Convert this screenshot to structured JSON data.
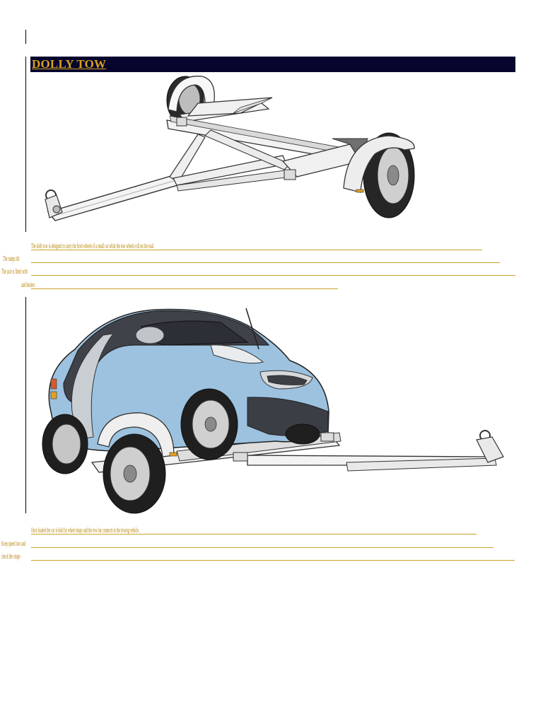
{
  "document": {
    "title": "DOLLY TOW",
    "colors": {
      "title_bar": "#05052e",
      "title_text": "#d7a21a",
      "body_text": "#b8860b",
      "rule": "#c9a227"
    },
    "figures": [
      {
        "name": "tow-dolly-drawing"
      },
      {
        "name": "car-on-tow-dolly-drawing"
      }
    ],
    "paragraph_1": {
      "lines": [
        "The dolly tow is designed to carry the front wheels of a small car while the rear wheels roll on the road.",
        "The ramps tilt",
        "The axle is fitted with",
        "and fenders"
      ]
    },
    "paragraph_2": {
      "lines": [
        "Once loaded the car is held by wheel straps and the tow bar connects to the towing vehicle.",
        "Keep speed low and",
        "check the straps"
      ]
    }
  }
}
